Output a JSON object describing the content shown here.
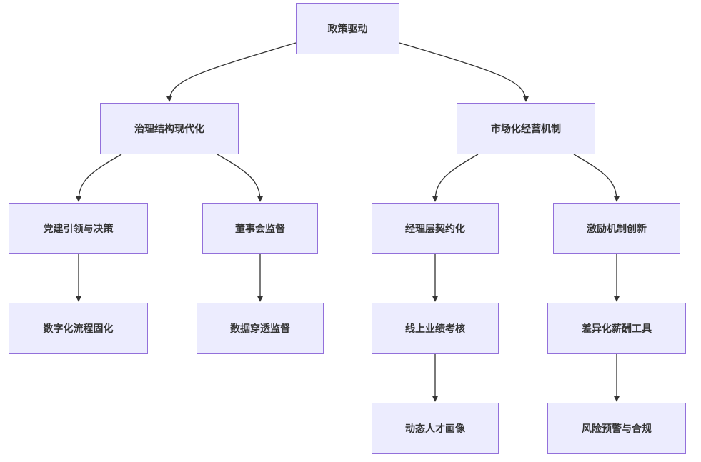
{
  "diagram": {
    "root": "政策驱动",
    "governance": {
      "label": "治理结构现代化",
      "party_leadership": "党建引领与决策",
      "digital_process": "数字化流程固化",
      "board_supervision": "董事会监督",
      "data_supervision": "数据穿透监督"
    },
    "market": {
      "label": "市场化经营机制",
      "contract": "经理层契约化",
      "online_assessment": "线上业绩考核",
      "talent_profile": "动态人才画像",
      "incentive": "激励机制创新",
      "pay_tools": "差异化薪酬工具",
      "risk_compliance": "风险预警与合规"
    }
  },
  "colors": {
    "node_fill": "#ececfe",
    "node_border": "#9370db",
    "edge": "#333333",
    "text": "#333333"
  }
}
